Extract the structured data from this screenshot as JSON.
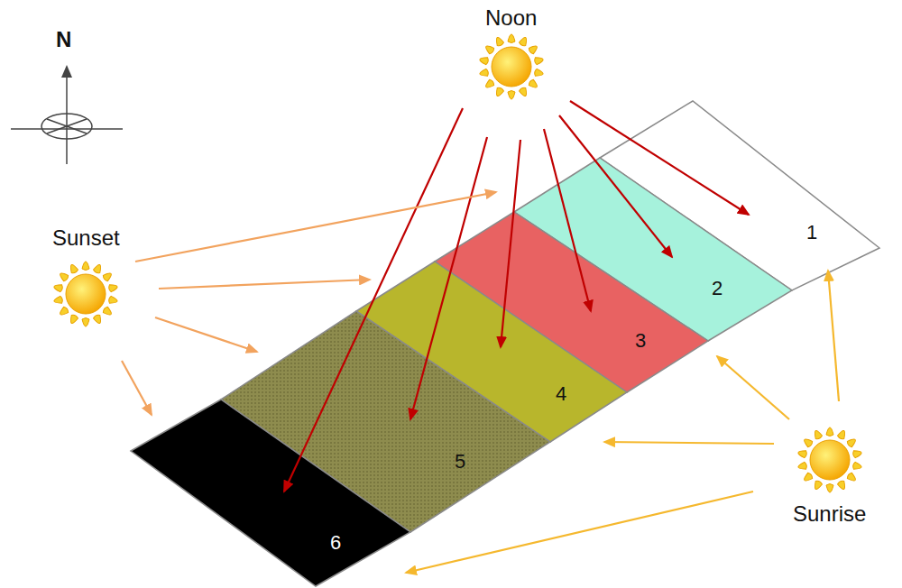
{
  "diagram": {
    "nodes": [
      {
        "text": [
          "Noon"
        ]
      },
      {
        "text": [
          "Sunset"
        ]
      },
      {
        "text": [
          "Sunrise"
        ]
      },
      {
        "text": [
          "1"
        ]
      },
      {
        "text": [
          "2"
        ]
      },
      {
        "text": [
          "3"
        ]
      },
      {
        "text": [
          "4"
        ]
      },
      {
        "text": [
          "5"
        ]
      },
      {
        "text": [
          "6"
        ]
      }
    ],
    "edges": [
      {
        "from": 0,
        "to": 3,
        "arrow": "to"
      },
      {
        "from": 0,
        "to": 4,
        "arrow": "to"
      },
      {
        "from": 0,
        "to": 5,
        "arrow": "to"
      },
      {
        "from": 0,
        "to": 6,
        "arrow": "to"
      },
      {
        "from": 0,
        "to": 7,
        "arrow": "to"
      },
      {
        "from": 0,
        "to": 8,
        "arrow": "to"
      },
      {
        "from": 1,
        "to": 4,
        "arrow": "to"
      },
      {
        "from": 1,
        "to": 6,
        "arrow": "to"
      },
      {
        "from": 1,
        "to": 7,
        "arrow": "to"
      },
      {
        "from": 1,
        "to": 8,
        "arrow": "to"
      },
      {
        "from": 2,
        "to": 3,
        "arrow": "to"
      },
      {
        "from": 2,
        "to": 5,
        "arrow": "to"
      },
      {
        "from": 2,
        "to": 6,
        "arrow": "to"
      },
      {
        "from": 2,
        "to": 8,
        "arrow": "to"
      }
    ],
    "labels": [
      "N"
    ]
  }
}
